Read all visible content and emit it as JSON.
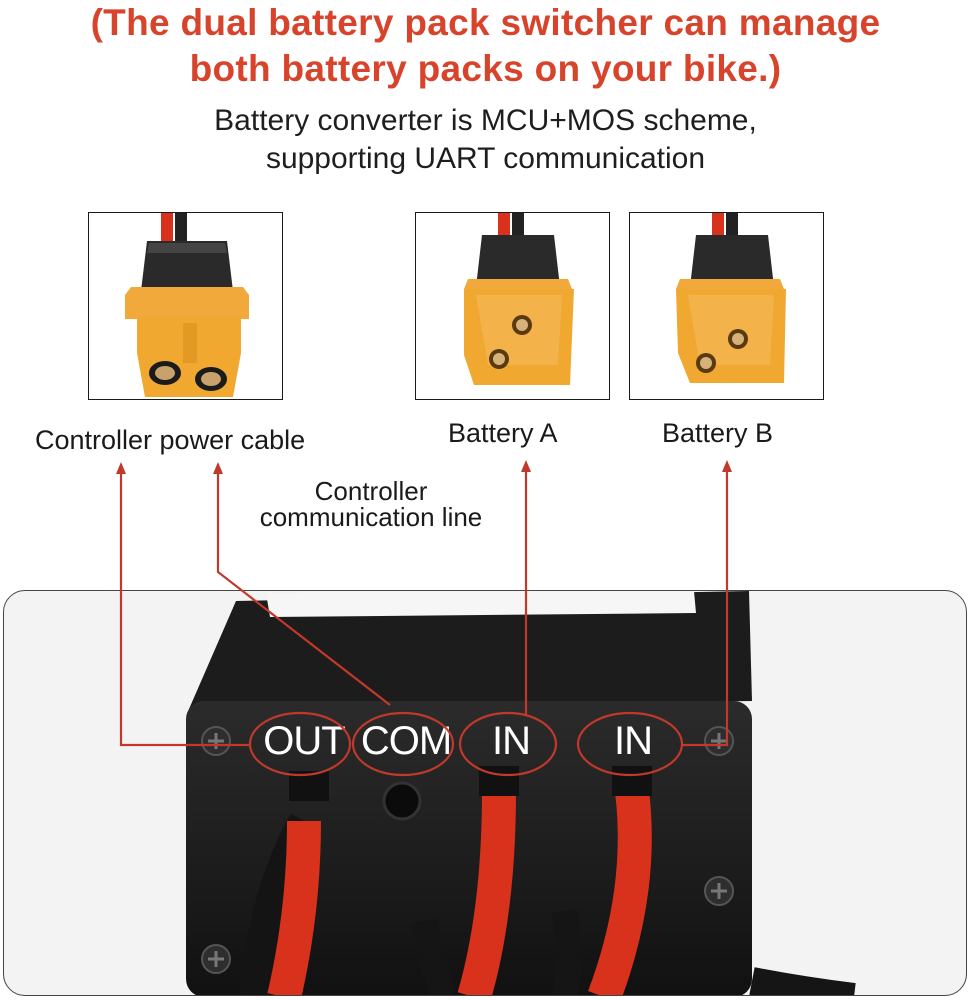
{
  "header": {
    "line1": "(The dual battery pack switcher can manage",
    "line2": "both battery packs on your bike.)",
    "sub1": "Battery converter is MCU+MOS scheme,",
    "sub2": "supporting UART communication"
  },
  "connectors": {
    "controller_power_label": "Controller power cable",
    "battery_a_label": "Battery A",
    "battery_b_label": "Battery B",
    "comm_line_label1": "Controller",
    "comm_line_label2": "communication line"
  },
  "ports": {
    "out": "OUT",
    "com": "COM",
    "in_a": "IN",
    "in_b": "IN"
  },
  "colors": {
    "headline": "#d8432c",
    "callout": "#c0392b",
    "connector": "#f0a830",
    "wire_red": "#d8321c",
    "body_black": "#1a1a1a"
  },
  "icons": [
    "xt60-female-connector",
    "xt60-male-connector",
    "switcher-device"
  ]
}
